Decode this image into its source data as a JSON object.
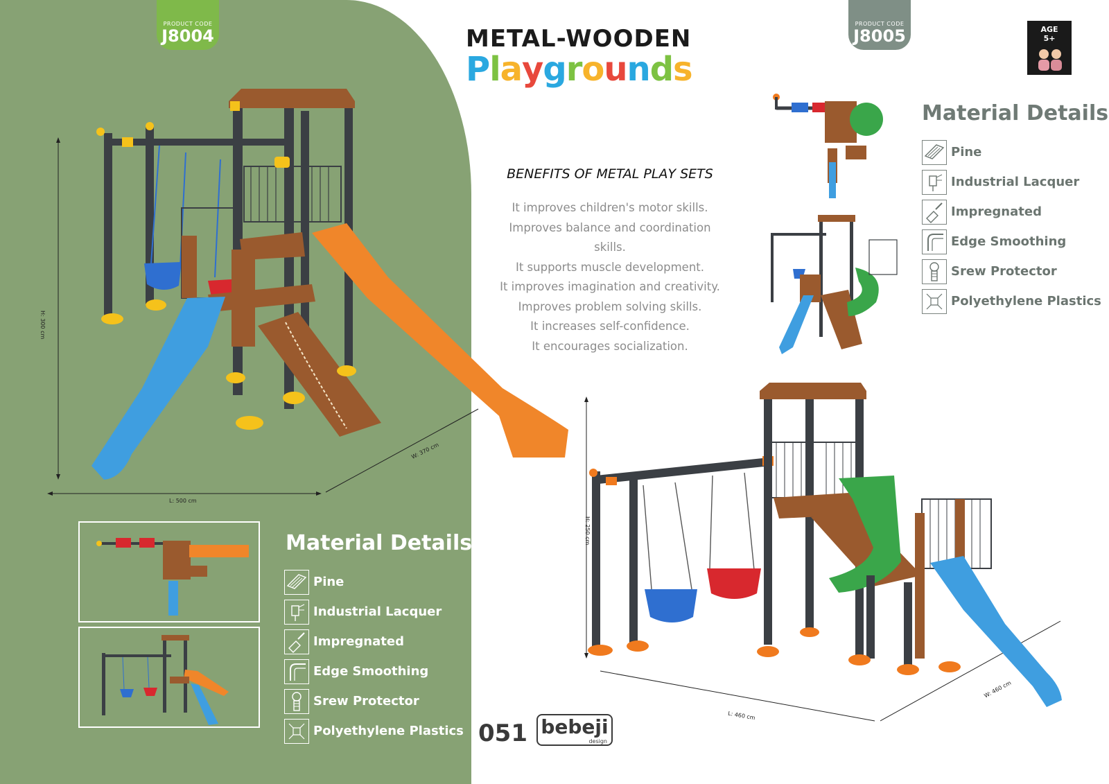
{
  "product_left": {
    "caption": "PRODUCT CODE",
    "code": "J8004"
  },
  "product_right": {
    "caption": "PRODUCT CODE",
    "code": "J8005"
  },
  "title": {
    "line1": "METAL-WOODEN",
    "line2_letters": [
      "P",
      "l",
      "a",
      "y",
      "g",
      "r",
      "o",
      "u",
      "n",
      "d",
      "s"
    ]
  },
  "title_colors": [
    "#2aa8e0",
    "#7dc242",
    "#f7b32b",
    "#e8483c",
    "#2aa8e0",
    "#7dc242",
    "#f7b32b",
    "#e8483c",
    "#2aa8e0",
    "#7dc242",
    "#f7b32b"
  ],
  "age_badge": {
    "line1": "AGE",
    "line2": "5+"
  },
  "benefits": {
    "title": "BENEFITS OF METAL PLAY SETS",
    "items": [
      "It improves children's motor skills.",
      "Improves balance and coordination",
      "skills.",
      "It supports muscle development.",
      "It improves imagination and creativity.",
      "Improves problem solving skills.",
      "It increases self-confidence.",
      "It encourages socialization."
    ]
  },
  "material_details_left": {
    "title": "Material Details",
    "items": [
      {
        "label": "Pine",
        "icon": "wood-plank-icon"
      },
      {
        "label": "Industrial Lacquer",
        "icon": "spray-gun-icon"
      },
      {
        "label": "Impregnated",
        "icon": "brush-icon"
      },
      {
        "label": "Edge Smoothing",
        "icon": "rounded-edge-icon"
      },
      {
        "label": "Srew Protector",
        "icon": "screw-cap-icon"
      },
      {
        "label": "Polyethylene Plastics",
        "icon": "molecule-icon"
      }
    ]
  },
  "material_details_right": {
    "title": "Material Details",
    "items": [
      {
        "label": "Pine",
        "icon": "wood-plank-icon"
      },
      {
        "label": "Industrial Lacquer",
        "icon": "spray-gun-icon"
      },
      {
        "label": "Impregnated",
        "icon": "brush-icon"
      },
      {
        "label": "Edge Smoothing",
        "icon": "rounded-edge-icon"
      },
      {
        "label": "Srew Protector",
        "icon": "screw-cap-icon"
      },
      {
        "label": "Polyethylene Plastics",
        "icon": "molecule-icon"
      }
    ]
  },
  "dimensions_left": {
    "height": "H: 300 cm",
    "length": "L: 500 cm",
    "width": "W: 370 cm"
  },
  "dimensions_right": {
    "height": "H: 250 cm",
    "length": "L: 460 cm",
    "width": "W: 460 cm"
  },
  "footer": {
    "page_number": "051",
    "brand": "bebeji",
    "brand_sub": "design"
  },
  "colors": {
    "panel_green": "#87a274",
    "frame_dark": "#3b3f44",
    "wood": "#9a5a2e",
    "slide_orange": "#f0862a",
    "slide_blue": "#3f9ee0",
    "seat_blue": "#2f6fd0",
    "seat_red": "#d8282e",
    "foot_yellow": "#f5c21b",
    "foot_orange": "#f07a1e",
    "slide_green": "#3aa64a"
  }
}
